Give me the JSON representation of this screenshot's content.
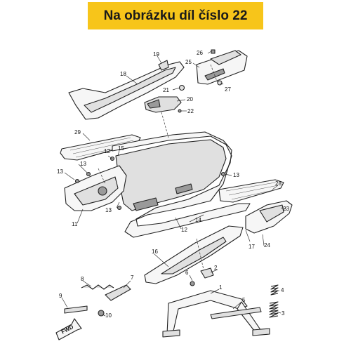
{
  "banner": {
    "text": "Na obrázku díl číslo 22",
    "color": "#f7c51a"
  },
  "fwd_label": "FWD",
  "callouts": [
    "1",
    "2",
    "3",
    "4",
    "5",
    "6",
    "7",
    "8",
    "9",
    "10",
    "11",
    "12",
    "12",
    "13",
    "13",
    "13",
    "13",
    "14",
    "15",
    "16",
    "17",
    "18",
    "19",
    "20",
    "21",
    "22",
    "23",
    "24",
    "25",
    "26",
    "27",
    "28",
    "29"
  ]
}
